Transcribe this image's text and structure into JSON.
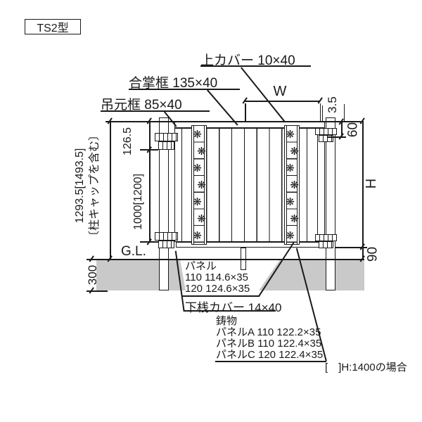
{
  "title": "TS2型",
  "callouts": {
    "top_cover": "上カバー 10×40",
    "meeting_stile": "合掌框 135×40",
    "hinge_stile": "吊元框 85×40",
    "bottom_cover": "下桟カバー 14×40"
  },
  "dimensions": {
    "width": "W",
    "gap_3_5": "3.5",
    "top_60": "60",
    "height": "H",
    "bottom_90": "90",
    "upper_126_5": "126.5",
    "mid_1000": "1000[1200]",
    "total_height": "1293.5[1493.5]",
    "total_height_note": "〔柱キャップを含む〕",
    "ground_level": "G.L.",
    "embed_300": "300"
  },
  "panel_spec": {
    "title": "パネル",
    "rows": [
      "110 114.6×35",
      "120 124.6×35"
    ]
  },
  "casting_spec": {
    "title": "鋳物",
    "rows": [
      "パネルA 110 122.2×35",
      "パネルB 110 122.4×35",
      "パネルC 120 122.4×35"
    ]
  },
  "footnote": "[　]H:1400の場合",
  "cast_panel": {
    "motif": "❋",
    "count": 7
  },
  "colors": {
    "line": "#1a1a1a",
    "ground": "#c9c9c9",
    "background": "#ffffff"
  }
}
